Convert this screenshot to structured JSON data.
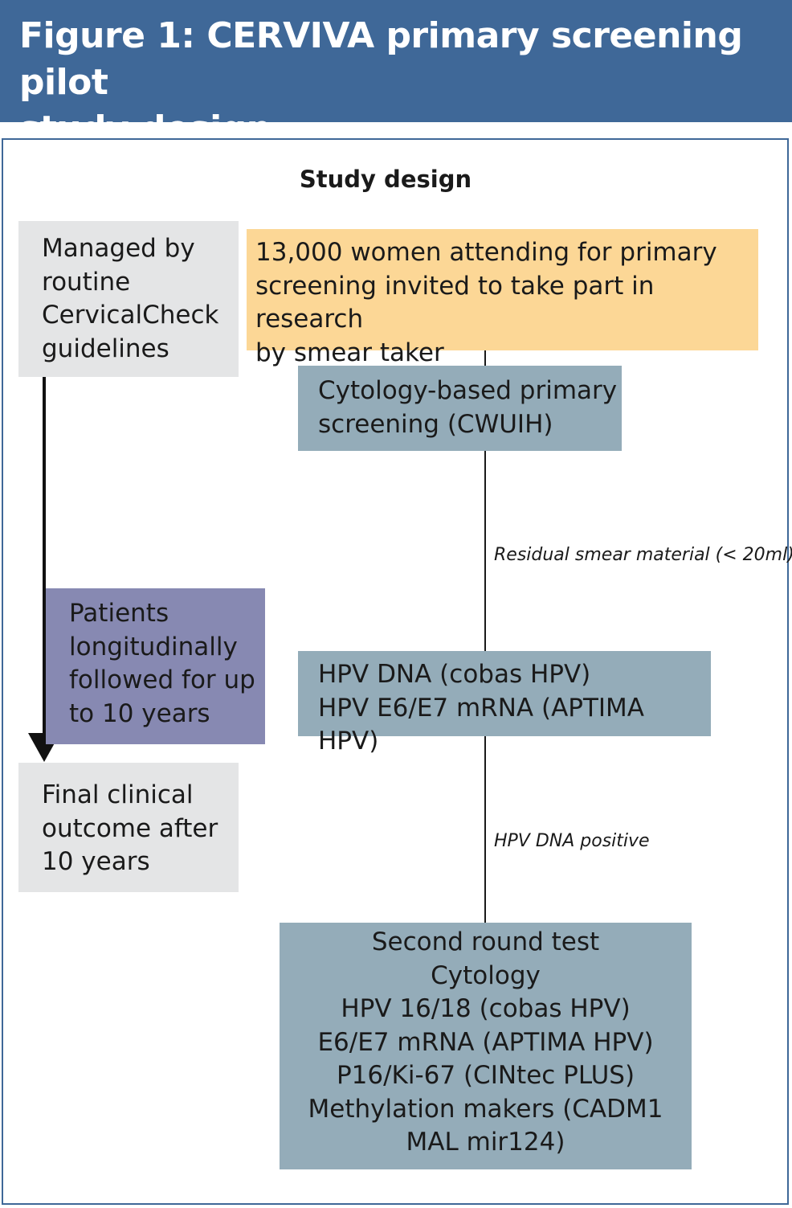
{
  "figure": {
    "title_line1": "Figure 1: CERVIVA primary screening pilot",
    "title_line2": "study design"
  },
  "study_title": "Study design",
  "colors": {
    "header_bg": "#3f6898",
    "frame_border": "#3f6898",
    "grey_box": "#e4e5e6",
    "orange_box": "#fcd796",
    "blue_box": "#94acb9",
    "purple_box": "#8789b2"
  },
  "left_column": {
    "managed": [
      "Managed by",
      "routine",
      "CervicalCheck",
      "guidelines"
    ],
    "patients": [
      "Patients",
      "longitudinally",
      "followed for up",
      "to 10 years"
    ],
    "final": [
      "Final clinical",
      "outcome after",
      "10 years"
    ]
  },
  "flow": {
    "invitation": [
      "13,000 women attending for primary",
      "screening invited to take part in research",
      "by smear taker"
    ],
    "cytology": [
      "Cytology-based primary",
      "screening (CWUIH)"
    ],
    "edge1_label": "Residual smear material (< 20ml)",
    "hpv_tests": [
      "HPV DNA (cobas HPV)",
      "HPV E6/E7 mRNA (APTIMA HPV)"
    ],
    "edge2_label": "HPV DNA positive",
    "second_round": [
      "Second round test",
      "Cytology",
      "HPV 16/18 (cobas HPV)",
      "E6/E7 mRNA (APTIMA HPV)",
      "P16/Ki-67 (CINtec PLUS)",
      "Methylation makers (CADM1",
      "MAL mir124)"
    ]
  }
}
